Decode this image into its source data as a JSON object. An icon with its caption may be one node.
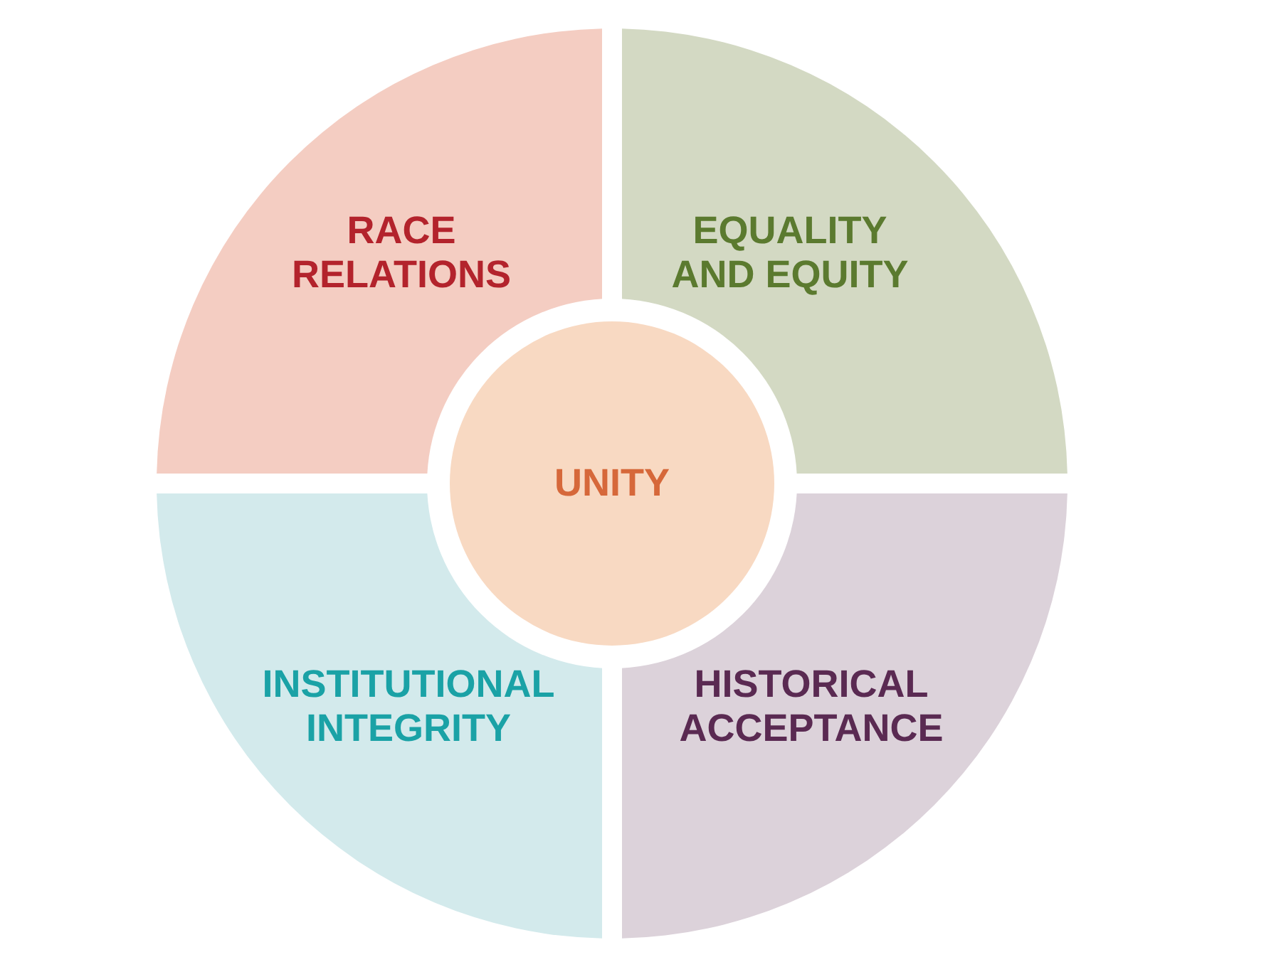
{
  "diagram": {
    "nodes": [
      {
        "text": [
          "RACE RELATIONS"
        ]
      },
      {
        "text": [
          "EQUALITY AND EQUITY"
        ]
      },
      {
        "text": [
          "UNITY"
        ]
      },
      {
        "text": [
          "INSTITUTIONAL INTEGRITY"
        ]
      },
      {
        "text": [
          "HISTORICAL ACCEPTANCE"
        ]
      }
    ]
  }
}
